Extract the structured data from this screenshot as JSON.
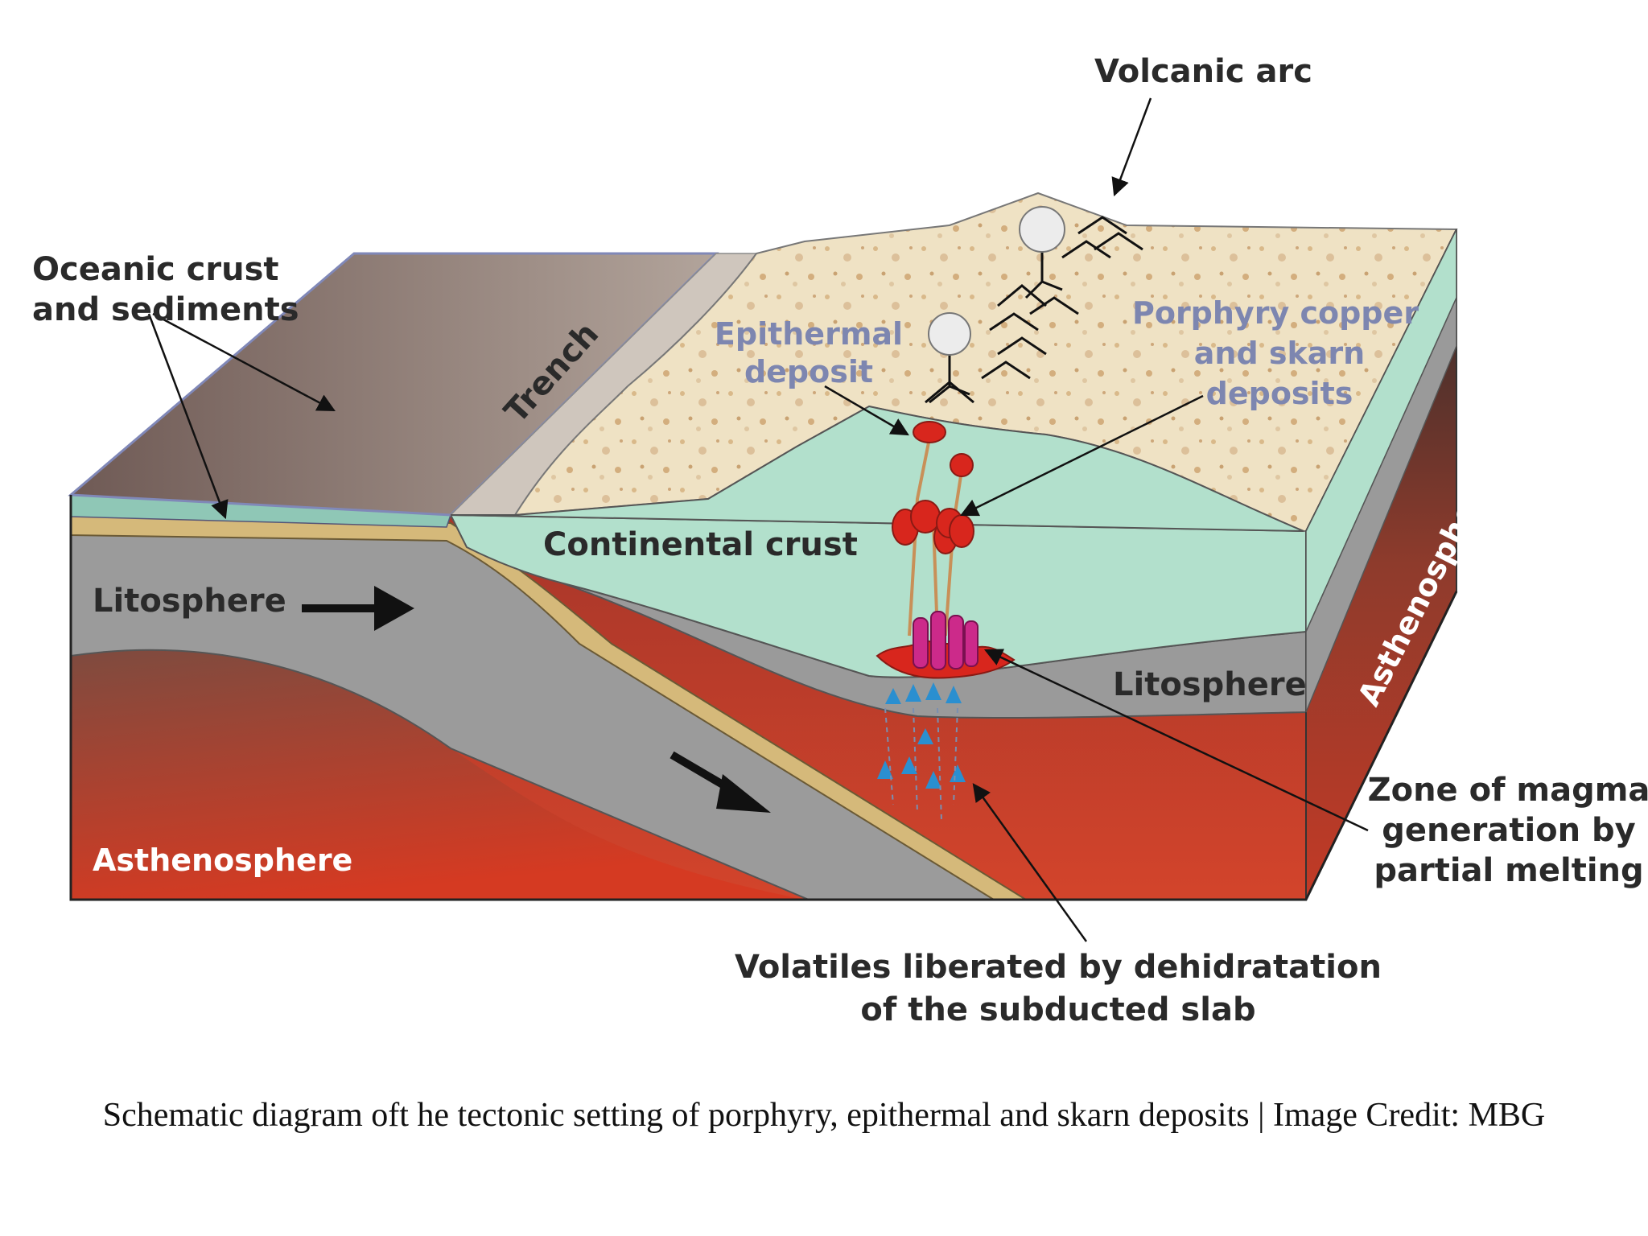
{
  "labels": {
    "volcanic_arc": "Volcanic arc",
    "oceanic_line1": "Oceanic crust",
    "oceanic_line2": "and sediments",
    "trench": "Trench",
    "epithermal_line1": "Epithermal",
    "epithermal_line2": "deposit",
    "porphyry_line1": "Porphyry copper",
    "porphyry_line2": "and skarn",
    "porphyry_line3": "deposits",
    "continental_crust": "Continental crust",
    "litosphere_left": "Litosphere",
    "litosphere_right": "Litosphere",
    "asthenosphere_left": "Asthenosphere",
    "asthenosphere_side": "Asthenosphere",
    "zone_line1": "Zone of magma",
    "zone_line2": "generation by",
    "zone_line3": "partial melting",
    "volatiles_line1": "Volatiles liberated by dehidratation",
    "volatiles_line2": "of the subducted slab"
  },
  "caption": "Schematic diagram oft he tectonic setting of porphyry, epithermal and skarn deposits | Image Credit: MBG",
  "colors": {
    "ocean_top": "#8c7f7c",
    "continent_top": "#e9d9b7",
    "continental_crust": "#b2e0cc",
    "litosphere": "#9a9a9a",
    "asthenosphere": "#b8422f",
    "sediment": "#d5b97a",
    "magma_red": "#d8261d",
    "magma_pink": "#cc2a8a",
    "volatile_blue": "#2a8fd0"
  }
}
